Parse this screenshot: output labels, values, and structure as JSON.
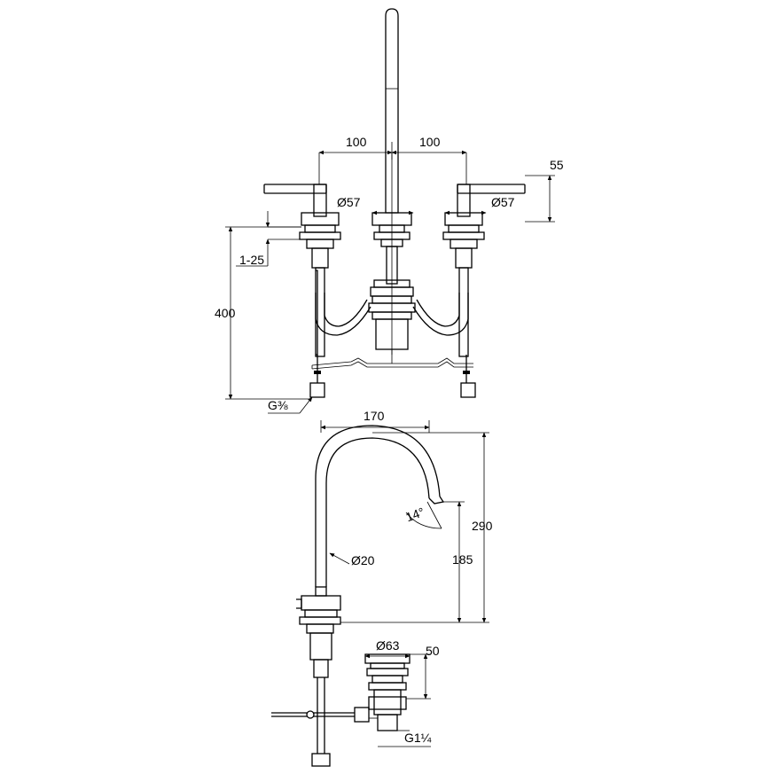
{
  "top_view": {
    "dim_left_spacing": "100",
    "dim_right_spacing": "100",
    "dim_lever_height": "55",
    "dim_left_rosette": "Ø57",
    "dim_right_rosette": "Ø57",
    "dim_deck_thickness": "1-25",
    "dim_total_height": "400",
    "dim_connection": "G⅜"
  },
  "side_view": {
    "dim_spout_reach": "170",
    "dim_spout_height": "290",
    "dim_outlet_height": "185",
    "dim_spout_angle": "14°",
    "dim_spout_diameter": "Ø20",
    "dim_waste_diameter": "Ø63",
    "dim_waste_height": "50",
    "dim_waste_thread": "G1¼"
  }
}
